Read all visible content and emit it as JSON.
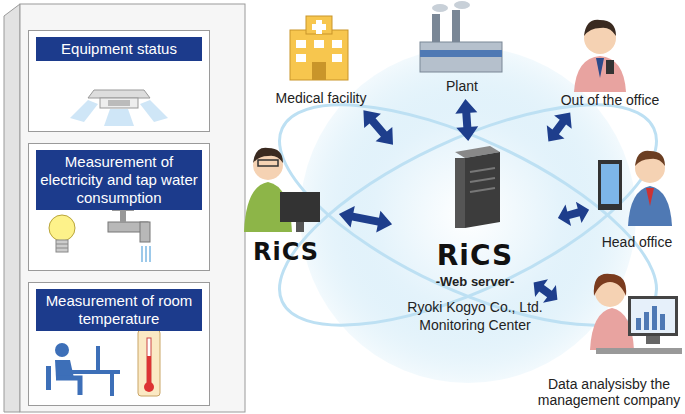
{
  "diagram": {
    "nodes": [
      {
        "text": [
          "Equipment status"
        ]
      },
      {
        "text": [
          "Measurement of electricity and tap water consumption"
        ]
      },
      {
        "text": [
          "Measurement of room temperature"
        ]
      },
      {
        "text": [
          "Medical facility"
        ]
      },
      {
        "text": [
          "Plant"
        ]
      },
      {
        "text": [
          "Out of the office"
        ]
      },
      {
        "text": [
          "RiCS"
        ]
      },
      {
        "text": [
          "RiCS",
          "-Web server-",
          "Ryoki Kogyo Co., Ltd. Monitoring Center"
        ]
      },
      {
        "text": [
          "Head office"
        ]
      },
      {
        "text": [
          "Data analysisby the management company"
        ]
      }
    ],
    "edges": [
      {
        "from": 7,
        "to": 3,
        "arrow": "both"
      },
      {
        "from": 7,
        "to": 4,
        "arrow": "both"
      },
      {
        "from": 7,
        "to": 5,
        "arrow": "both"
      },
      {
        "from": 7,
        "to": 6,
        "arrow": "both"
      },
      {
        "from": 7,
        "to": 8,
        "arrow": "both"
      },
      {
        "from": 7,
        "to": 9,
        "arrow": "both"
      }
    ]
  }
}
